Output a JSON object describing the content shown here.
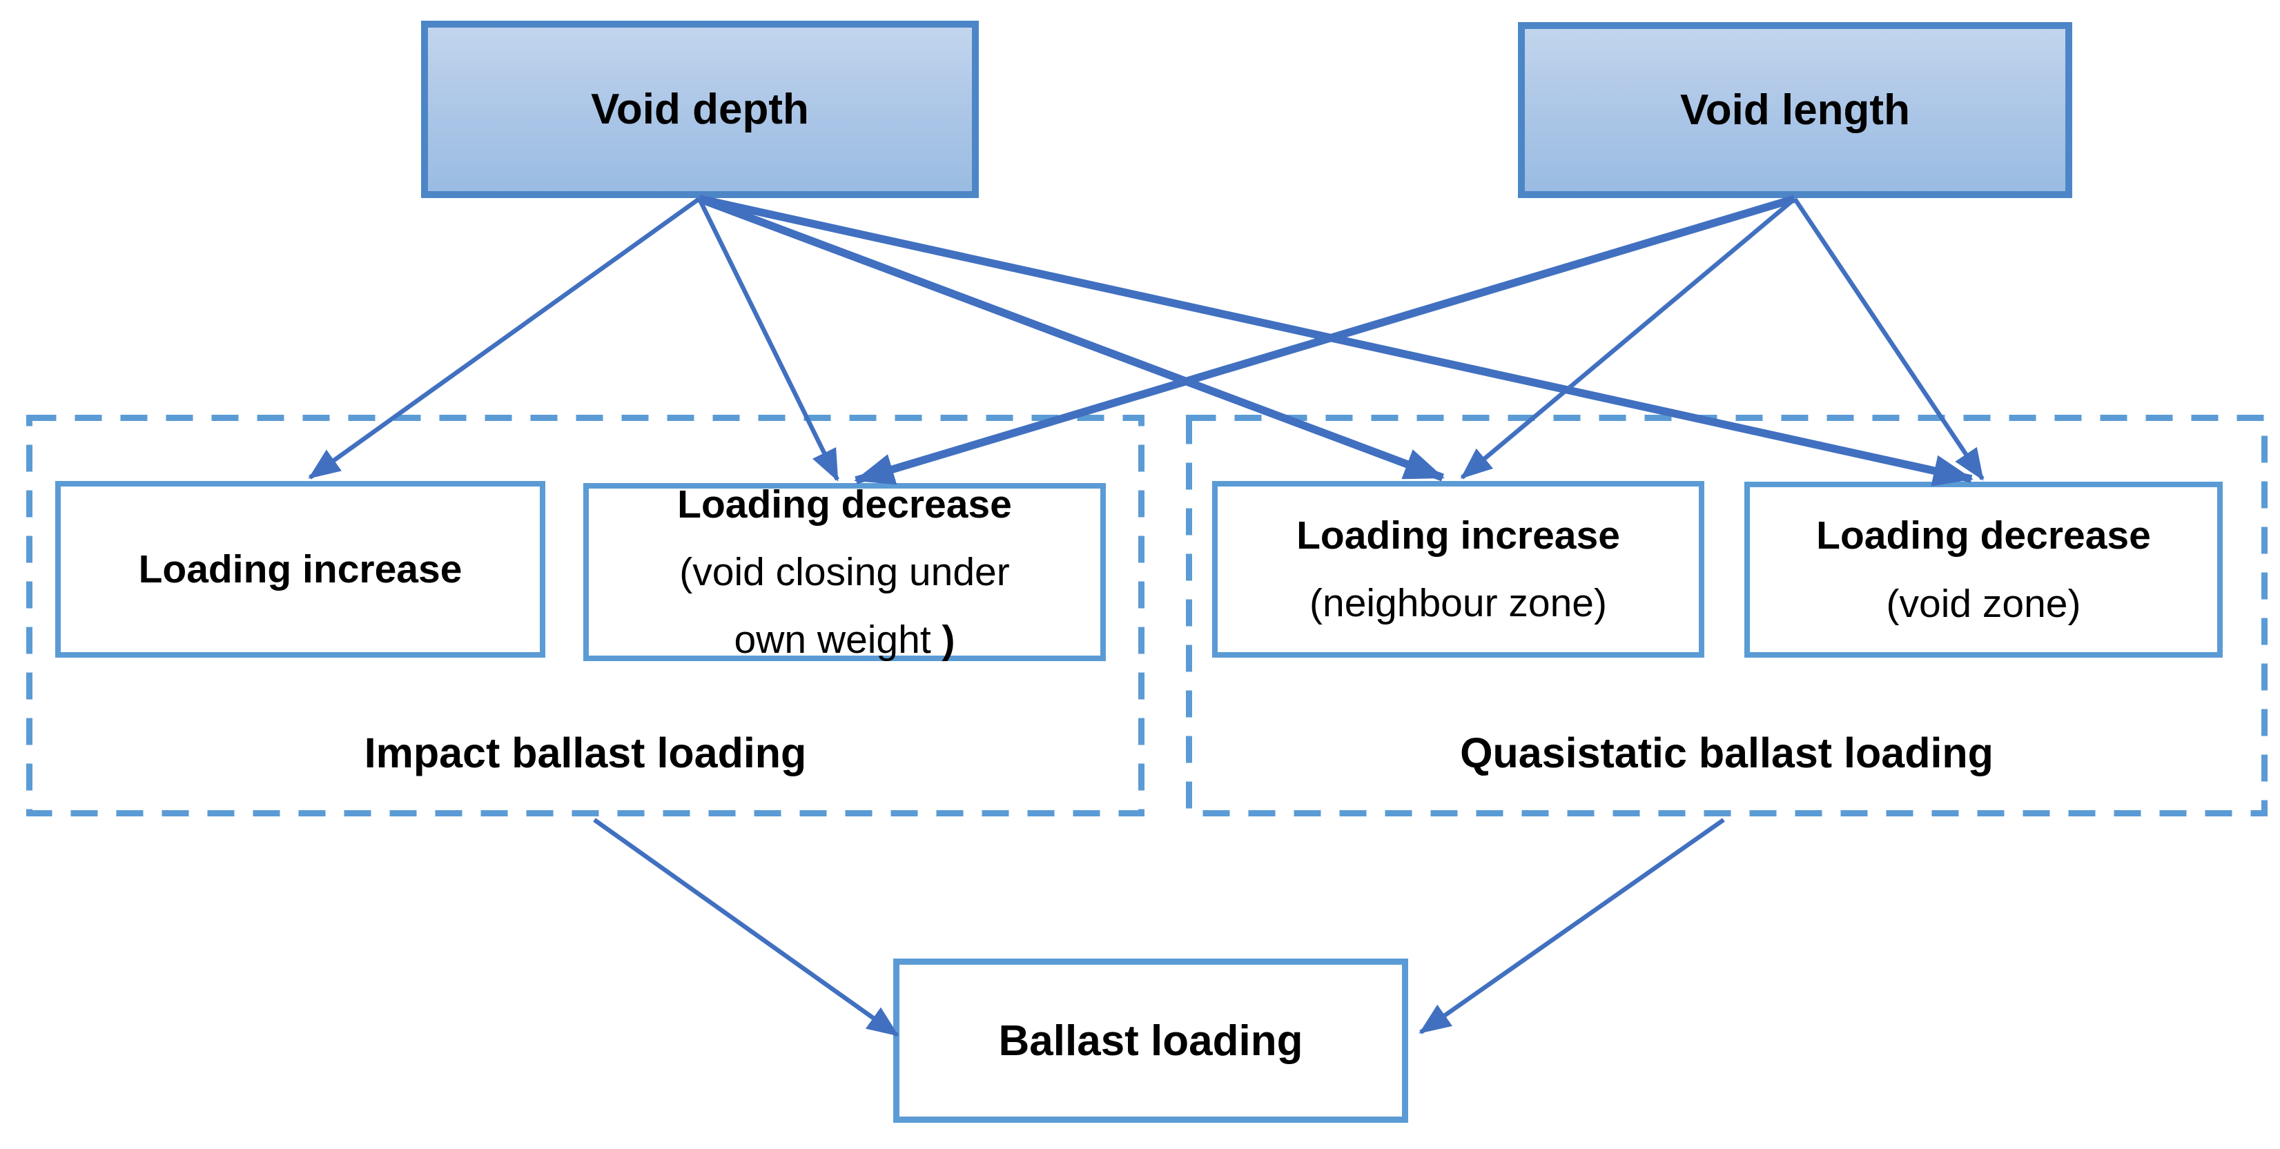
{
  "diagram": {
    "background": "#ffffff",
    "colors": {
      "source_box_fill_top": "#c2d5ed",
      "source_box_fill_bottom": "#9abce2",
      "source_box_border": "#4d86c7",
      "item_box_border": "#5b9bd5",
      "group_border": "#5b9bd5",
      "arrow": "#4170c0",
      "text": "#000000"
    },
    "nodes": {
      "void_depth": {
        "label": "Void depth"
      },
      "void_length": {
        "label": "Void length"
      },
      "impact_increase": {
        "lines": [
          [
            {
              "t": "Loading increase",
              "b": true
            }
          ]
        ]
      },
      "impact_decrease": {
        "lines": [
          [
            {
              "t": "Loading decrease",
              "b": true
            }
          ],
          [
            {
              "t": "(void closing under",
              "b": false
            }
          ],
          [
            {
              "t": "own weight ",
              "b": false
            },
            {
              "t": ")",
              "b": true
            }
          ]
        ]
      },
      "quasi_increase": {
        "lines": [
          [
            {
              "t": "Loading increase",
              "b": true
            }
          ],
          [
            {
              "t": "(neighbour zone)",
              "b": false
            }
          ]
        ]
      },
      "quasi_decrease": {
        "lines": [
          [
            {
              "t": "Loading decrease",
              "b": true
            }
          ],
          [
            {
              "t": "(void zone)",
              "b": false
            }
          ]
        ]
      },
      "impact_group": {
        "label": "Impact ballast loading"
      },
      "quasi_group": {
        "label": "Quasistatic ballast loading"
      },
      "ballast": {
        "label": "Ballast loading"
      }
    },
    "edges": [
      {
        "from": "void_depth",
        "to": "impact_increase",
        "weight": "thin"
      },
      {
        "from": "void_depth",
        "to": "impact_decrease",
        "weight": "thin"
      },
      {
        "from": "void_depth",
        "to": "quasi_increase",
        "weight": "thick"
      },
      {
        "from": "void_depth",
        "to": "quasi_decrease",
        "weight": "thick"
      },
      {
        "from": "void_length",
        "to": "impact_decrease",
        "weight": "thick"
      },
      {
        "from": "void_length",
        "to": "quasi_increase",
        "weight": "thin"
      },
      {
        "from": "void_length",
        "to": "quasi_decrease",
        "weight": "thin"
      },
      {
        "from": "impact_group",
        "to": "ballast",
        "weight": "thin"
      },
      {
        "from": "quasi_group",
        "to": "ballast",
        "weight": "thin"
      }
    ]
  }
}
